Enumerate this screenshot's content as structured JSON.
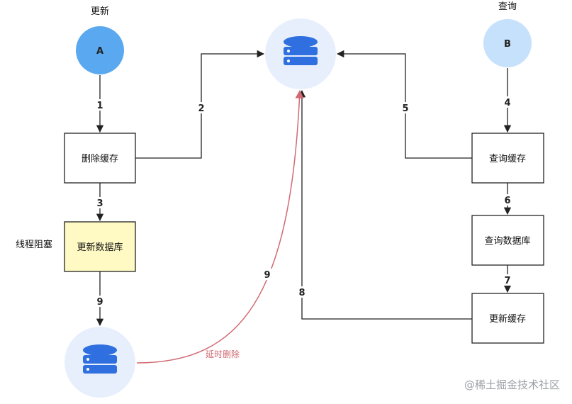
{
  "actors": {
    "a": {
      "title": "更新",
      "label": "A",
      "color": "#5aa9f0"
    },
    "b": {
      "title": "查询",
      "label": "B",
      "color": "#c6e1fb"
    }
  },
  "boxes": {
    "delete_cache": "删除缓存",
    "update_db": "更新数据库",
    "query_cache": "查询缓存",
    "query_db": "查询数据库",
    "update_cache": "更新缓存"
  },
  "side_note": "线程阻塞",
  "steps": {
    "s1": "1",
    "s2": "2",
    "s3": "3",
    "s4": "4",
    "s5": "5",
    "s6": "6",
    "s7": "7",
    "s8": "8",
    "s9a": "9",
    "s9b": "9"
  },
  "delay_label": "延时删除",
  "watermark": "@稀土掘金技术社区",
  "colors": {
    "highlight_box": "#fff9c4",
    "db_icon": "#2f6fe0",
    "db_halo": "#e8effc",
    "delay_line": "#d16a73"
  },
  "icons": {
    "cache_db": "database-icon",
    "database": "database-icon"
  }
}
